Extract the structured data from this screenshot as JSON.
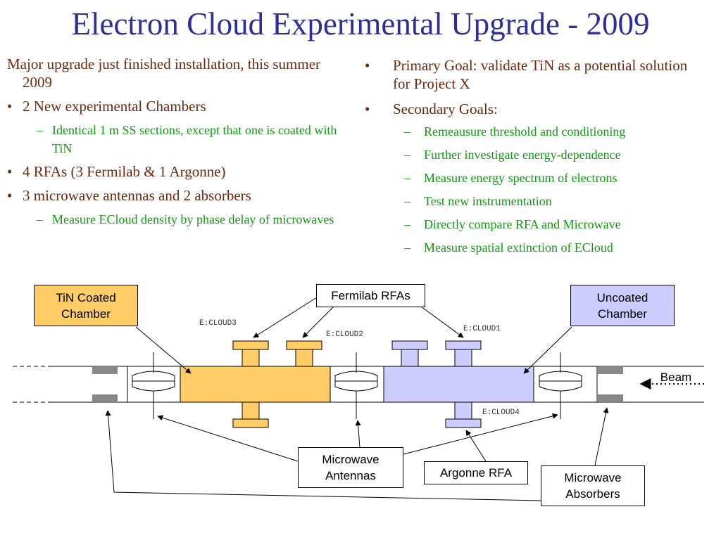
{
  "title": "Electron Cloud Experimental Upgrade - 2009",
  "left": {
    "lead": "Major upgrade just finished installation, this summer 2009",
    "bullets": [
      {
        "text": "2 New experimental Chambers",
        "sub": [
          "Identical 1 m SS sections, except that one is coated with TiN"
        ]
      },
      {
        "text": "4 RFAs (3 Fermilab & 1 Argonne)",
        "sub": []
      },
      {
        "text": "3 microwave antennas and 2 absorbers",
        "sub": [
          "Measure ECloud density by phase delay of microwaves"
        ]
      }
    ]
  },
  "right": {
    "bullets": [
      {
        "text": "Primary Goal: validate TiN as a potential solution for Project X",
        "sub": []
      },
      {
        "text": "Secondary Goals:",
        "sub": [
          "Remeausure threshold and conditioning",
          "Further investigate energy-dependence",
          "Measure energy spectrum of electrons",
          "Test new instrumentation",
          "Directly compare RFA and Microwave",
          "Measure spatial extinction of ECloud"
        ]
      }
    ]
  },
  "markers": {
    "bullet": "•",
    "dash": "–"
  },
  "diagram": {
    "labels": {
      "tin": "TiN Coated Chamber",
      "fermilab": "Fermilab RFAs",
      "uncoated": "Uncoated Chamber",
      "beam": "Beam",
      "antennas": "Microwave Antennas",
      "argonne": "Argonne RFA",
      "absorbers": "Microwave Absorbers"
    },
    "rfa_names": {
      "c3": "E:CLOUD3",
      "c2": "E:CLOUD2",
      "c1": "E:CLOUD1",
      "c4": "E:CLOUD4"
    },
    "colors": {
      "tin": "#ffcc66",
      "uncoated": "#ccccff",
      "absorber": "#888888",
      "title": "#2e2e99",
      "lead_text": "#6b2a10",
      "sub_text": "#119911"
    }
  }
}
